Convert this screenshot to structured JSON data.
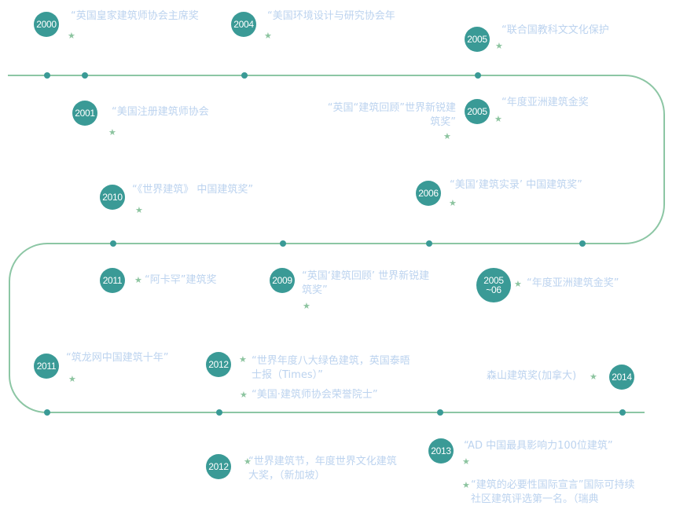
{
  "colors": {
    "badge": "#3a9a96",
    "line": "#8cc6a4",
    "text": "#bcd3ef",
    "star": "#8cc49f"
  },
  "star_icon": "★",
  "items": [
    {
      "year": "2000",
      "text": "“英国皇家建筑师协会主席奖"
    },
    {
      "year": "2004",
      "text": "“美国环境设计与研究协会年"
    },
    {
      "year": "2005",
      "text": "“联合国教科文文化保护"
    },
    {
      "year": "2001",
      "text": "“美国注册建筑师协会"
    },
    {
      "year": "2005",
      "text": "“英国“建筑回顾”世界新锐建筑奖”"
    },
    {
      "year": "2005",
      "text": "“年度亚洲建筑金奖"
    },
    {
      "year": "2010",
      "text": "“《世界建筑》 中国建筑奖”"
    },
    {
      "year": "2006",
      "text": "“美国‘建筑实录’ 中国建筑奖”"
    },
    {
      "year": "2011",
      "text": "“阿卡罕”建筑奖"
    },
    {
      "year": "2009",
      "text": "“英国‘建筑回顾’ 世界新锐建筑奖”"
    },
    {
      "year": "2005 ~06",
      "text": "“年度亚洲建筑金奖”"
    },
    {
      "year": "2011",
      "text": "“筑龙网中国建筑十年”"
    },
    {
      "year": "2012",
      "text": "“世界年度八大绿色建筑，英国泰晤士报（Times）”",
      "text2": "“美国·建筑师协会荣誉院士”"
    },
    {
      "year": "2014",
      "text": "森山建筑奖(加拿大)"
    },
    {
      "year": "2012",
      "text": "“世界建筑节，年度世界文化建筑大奖，（新加坡）"
    },
    {
      "year": "2013",
      "text": "“AD 中国最具影响力100位建筑”",
      "text2": "“建筑的必要性国际宣言”国际可持续社区建筑评选第一名。（瑞典"
    }
  ]
}
